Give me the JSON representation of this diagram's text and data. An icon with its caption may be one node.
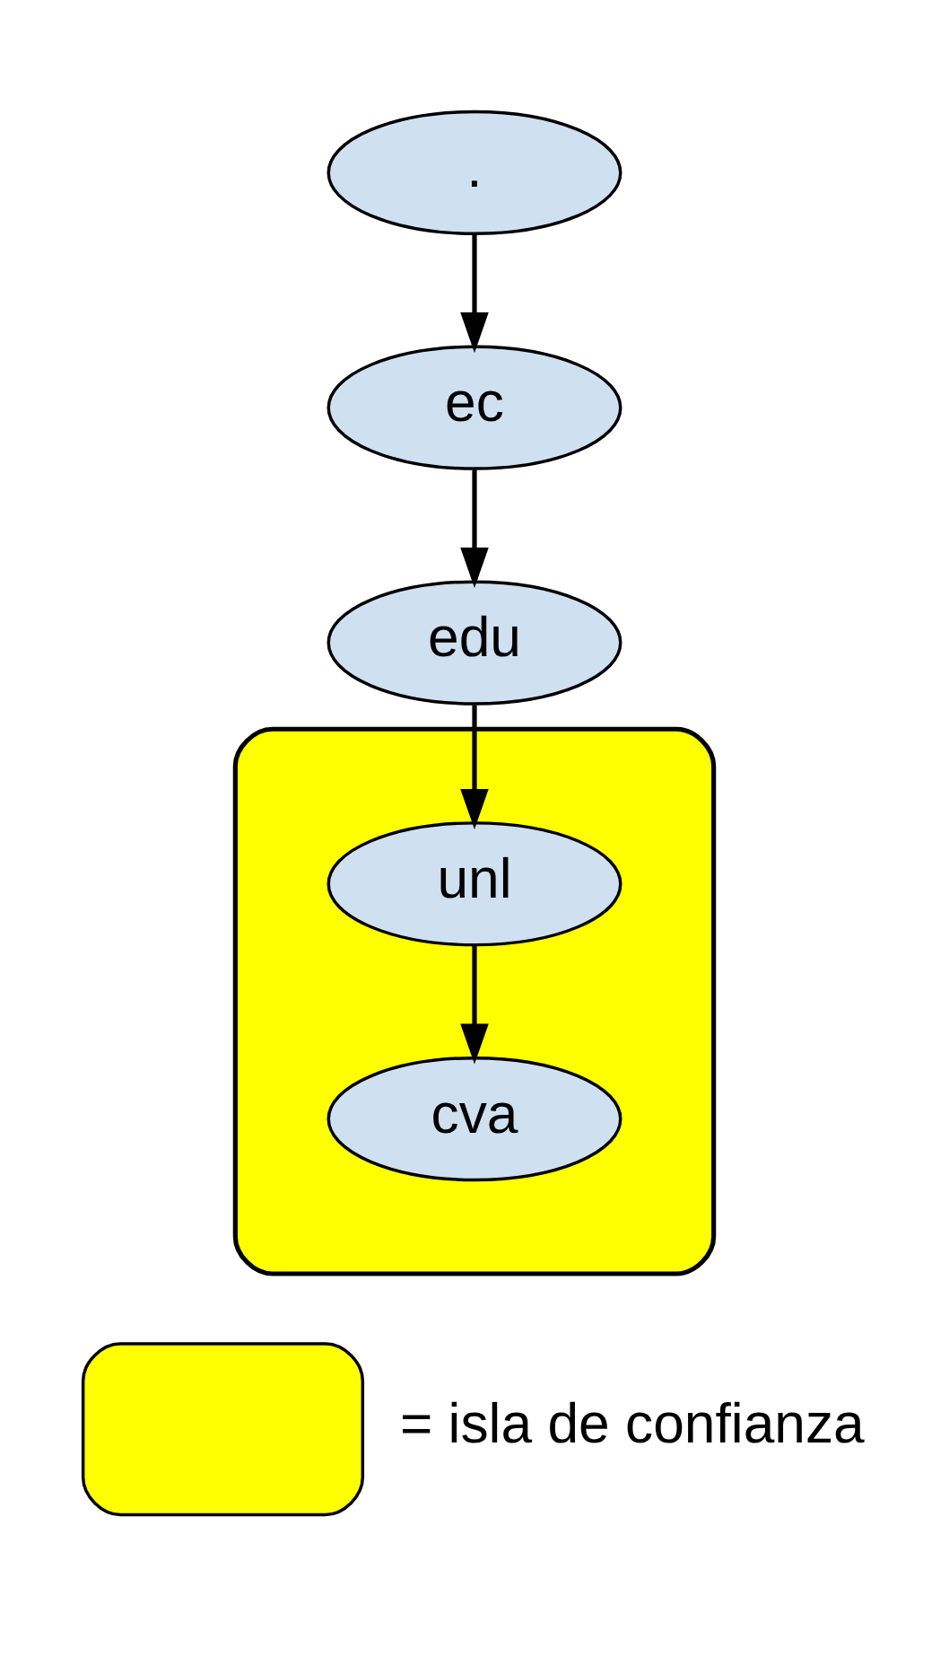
{
  "diagram": {
    "nodes": [
      {
        "text": [
          "."
        ]
      },
      {
        "text": [
          "ec"
        ]
      },
      {
        "text": [
          "edu"
        ]
      },
      {
        "text": [],
        "shape": "ellipse"
      },
      {
        "text": [
          "unl"
        ],
        "in": 3
      },
      {
        "text": [
          "cva"
        ],
        "in": 3
      }
    ],
    "edges": [
      {
        "from": 0,
        "to": 1,
        "arrow": "to"
      },
      {
        "from": 1,
        "to": 2,
        "arrow": "to"
      },
      {
        "from": 2,
        "to": 4,
        "arrow": "to"
      },
      {
        "from": 4,
        "to": 5,
        "arrow": "to"
      }
    ],
    "legend": [
      {
        "text": "= isla de confianza",
        "color": "#ffff00"
      }
    ]
  }
}
